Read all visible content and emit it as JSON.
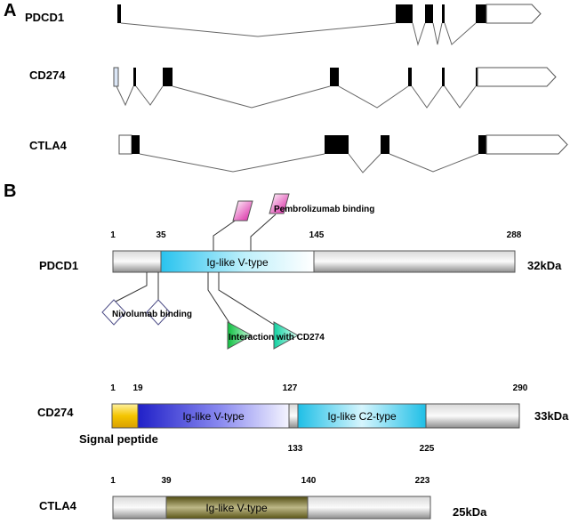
{
  "panels": {
    "a": "A",
    "b": "B"
  },
  "genes": {
    "pdcd1": "PDCD1",
    "cd274": "CD274",
    "ctla4": "CTLA4"
  },
  "proteins": {
    "pdcd1": {
      "name": "PDCD1",
      "positions": [
        "1",
        "35",
        "145",
        "288"
      ],
      "domain": "Ig-like V-type",
      "kda": "32kDa",
      "sites": {
        "pembrolizumab": "Pembrolizumab binding",
        "nivolumab": "Nivolumab binding",
        "interaction": "Interaction with CD274"
      }
    },
    "cd274": {
      "name": "CD274",
      "positions_top": [
        "1",
        "19",
        "127",
        "290"
      ],
      "positions_bottom": [
        "133",
        "225"
      ],
      "domain_v": "Ig-like V-type",
      "domain_c2": "Ig-like C2-type",
      "signal": "Signal peptide",
      "kda": "33kDa"
    },
    "ctla4": {
      "name": "CTLA4",
      "positions": [
        "1",
        "39",
        "140",
        "223"
      ],
      "domain": "Ig-like V-type",
      "kda": "25kDa"
    }
  },
  "colors": {
    "exon": "#000000",
    "grey_bar": "#9a9a9a",
    "ig_v_pdcd1": "#29c3ee",
    "ig_v_cd274": "#2b2bd6",
    "ig_c2_cd274": "#20bfe6",
    "signal_peptide": "#f2c200",
    "ig_v_ctla4": "#6f6a1e",
    "pembrolizumab_marker": "#e020a8",
    "interaction_marker": "#18c860"
  }
}
